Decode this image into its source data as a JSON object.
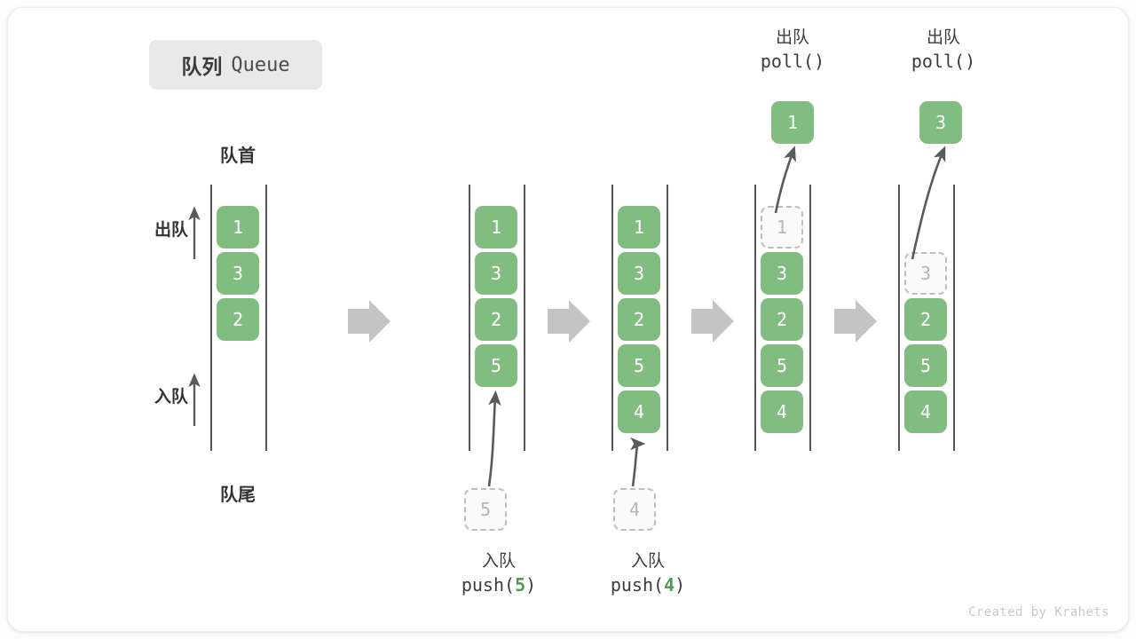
{
  "title_badge": {
    "cn": "队列",
    "en": "Queue"
  },
  "labels": {
    "head": "队首",
    "tail": "队尾",
    "dequeue_side": "出队",
    "enqueue_side": "入队"
  },
  "colors": {
    "element_green": "#81bd81",
    "ghost_gray": "#bdbdbd",
    "rail_gray": "#555555",
    "arrow_gray": "#c4c4c4",
    "text_dark": "#333333",
    "badge_bg": "#e9e9e9",
    "accent_code_green": "#4f9b50"
  },
  "columns": [
    {
      "id": "state-initial",
      "items": [
        "1",
        "3",
        "2"
      ],
      "ghost_top": null,
      "ghost_bottom": null,
      "popped": null
    },
    {
      "id": "state-after-push-5",
      "items": [
        "1",
        "3",
        "2",
        "5"
      ],
      "ghost_top": null,
      "ghost_bottom": "5",
      "popped": null
    },
    {
      "id": "state-after-push-4",
      "items": [
        "1",
        "3",
        "2",
        "5",
        "4"
      ],
      "ghost_top": null,
      "ghost_bottom": "4",
      "popped": null
    },
    {
      "id": "state-after-poll-1",
      "items": [
        "3",
        "2",
        "5",
        "4"
      ],
      "ghost_top": "1",
      "ghost_bottom": null,
      "popped": "1"
    },
    {
      "id": "state-after-poll-3",
      "items": [
        "2",
        "5",
        "4"
      ],
      "ghost_top": "3",
      "ghost_bottom": null,
      "popped": "3"
    }
  ],
  "operations": {
    "push5": {
      "cn": "入队",
      "code_prefix": "push(",
      "arg": "5",
      "code_suffix": ")"
    },
    "push4": {
      "cn": "入队",
      "code_prefix": "push(",
      "arg": "4",
      "code_suffix": ")"
    },
    "poll1": {
      "cn": "出队",
      "code": "poll()"
    },
    "poll2": {
      "cn": "出队",
      "code": "poll()"
    }
  },
  "watermark": "Created by Krahets"
}
